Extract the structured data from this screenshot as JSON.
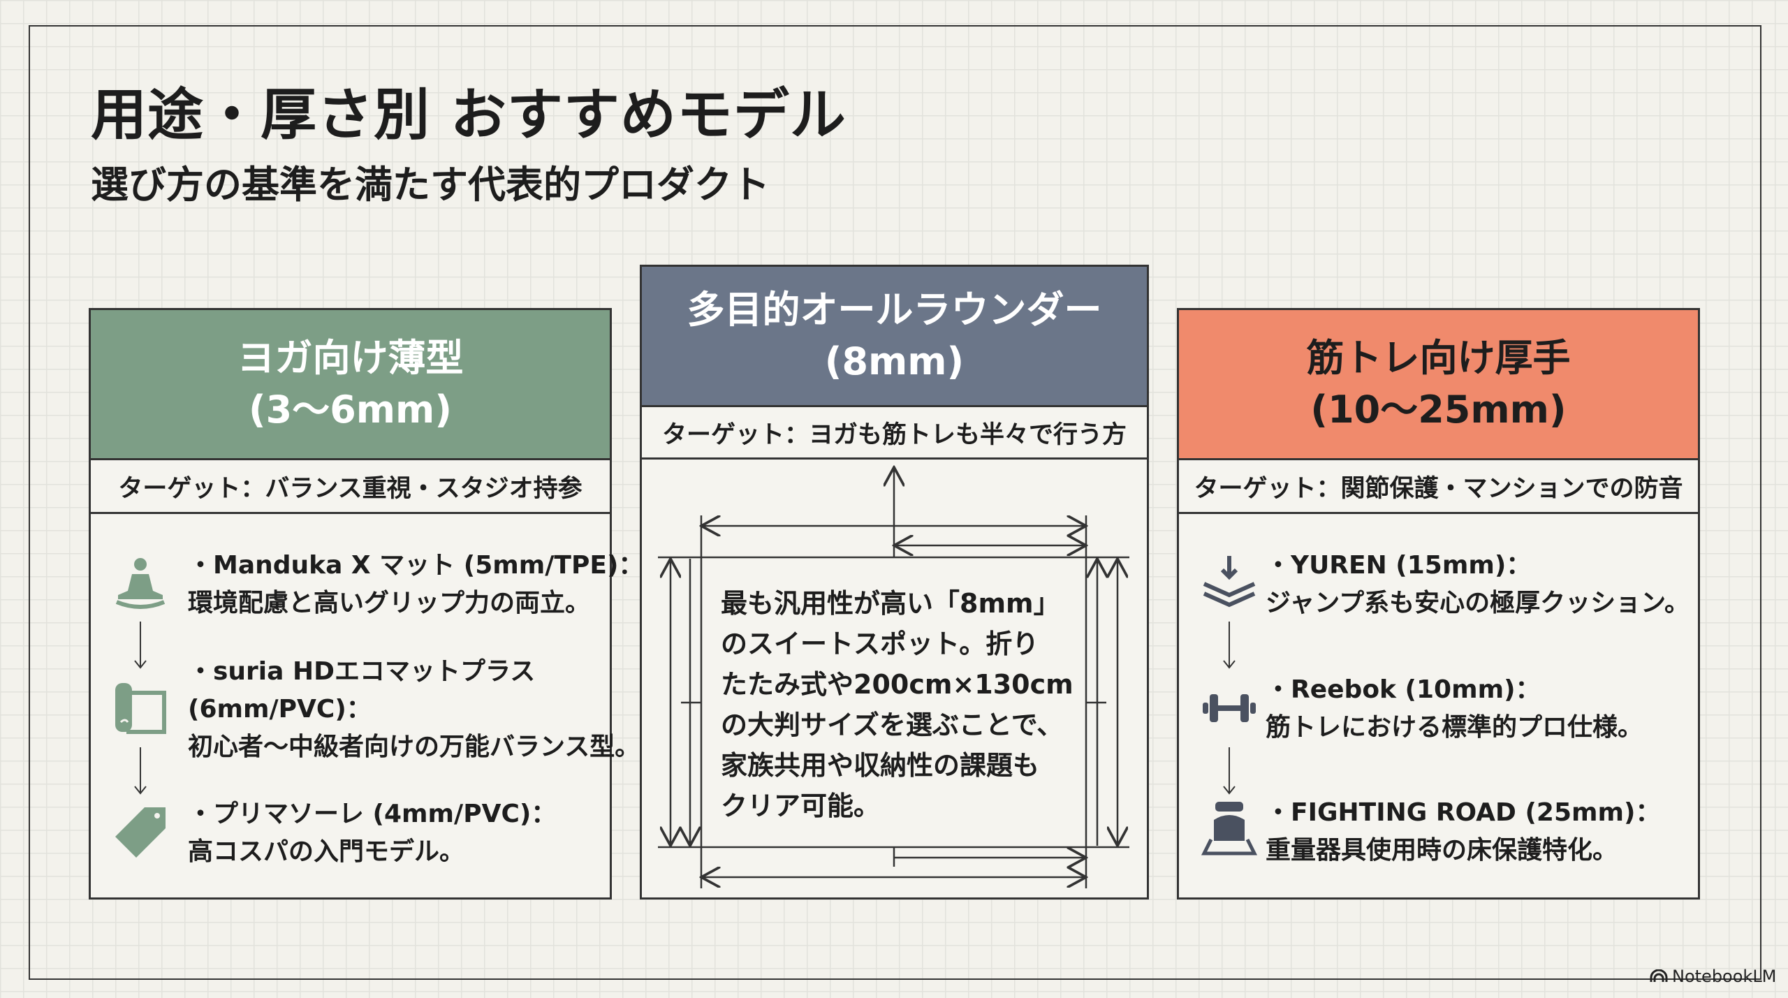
{
  "title": "用途・厚さ別 おすすめモデル",
  "subtitle": "選び方の基準を満たす代表的プロダクト",
  "colors": {
    "yoga": "#7d9e86",
    "allround": "#6b7689",
    "training": "#f08a6c",
    "icon_green": "#7d9e86",
    "icon_dark": "#4a5160"
  },
  "cards": [
    {
      "title": "ヨガ向け薄型",
      "range": "(3〜6mm)",
      "target": "ターゲット：バランス重視・スタジオ持参",
      "items": [
        {
          "icon": "meditation-icon",
          "lines": [
            "・Manduka X マット (5mm/TPE)：",
            "環境配慮と高いグリップ力の両立。"
          ]
        },
        {
          "icon": "rolled-mat-icon",
          "lines": [
            "・suria HDエコマットプラス",
            "(6mm/PVC)：",
            "初心者〜中級者向けの万能バランス型。"
          ]
        },
        {
          "icon": "price-tag-icon",
          "lines": [
            "・プリマソーレ (4mm/PVC)：",
            "高コスパの入門モデル。"
          ]
        }
      ]
    },
    {
      "title": "多目的オールラウンダー",
      "range": "(8mm)",
      "target": "ターゲット：ヨガも筋トレも半々で行う方",
      "body": [
        "最も汎用性が高い「8mm」",
        "のスイートスポット。折り",
        "たたみ式や200cm×130cm",
        "の大判サイズを選ぶことで、",
        "家族共用や収納性の課題も",
        "クリア可能。"
      ]
    },
    {
      "title": "筋トレ向け厚手",
      "range": "(10〜25mm)",
      "target": "ターゲット：関節保護・マンションでの防音",
      "items": [
        {
          "icon": "cushion-impact-icon",
          "lines": [
            "・YUREN (15mm)：",
            "ジャンプ系も安心の極厚クッション。"
          ]
        },
        {
          "icon": "dumbbell-icon",
          "lines": [
            "・Reebok (10mm)：",
            "筋トレにおける標準的プロ仕様。"
          ]
        },
        {
          "icon": "kettlebell-icon",
          "lines": [
            "・FIGHTING ROAD (25mm)：",
            "重量器具使用時の床保護特化。"
          ]
        }
      ]
    }
  ],
  "footer": {
    "logo": "NotebookLM"
  }
}
